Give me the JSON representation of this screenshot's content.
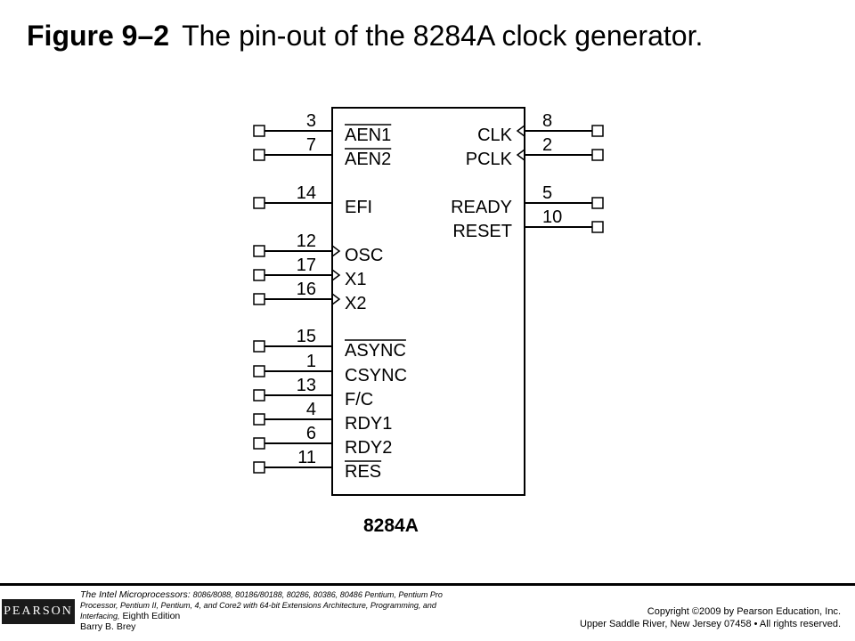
{
  "title": {
    "figure": "Figure 9–2",
    "caption": "The pin-out of the 8284A clock generator."
  },
  "chip": {
    "name": "8284A",
    "left_pins": [
      {
        "num": "3",
        "label": "AEN1",
        "overbar": true,
        "clock": false
      },
      {
        "num": "7",
        "label": "AEN2",
        "overbar": true,
        "clock": false
      },
      {
        "num": "14",
        "label": "EFI",
        "overbar": false,
        "clock": false
      },
      {
        "num": "12",
        "label": "OSC",
        "overbar": false,
        "clock": true
      },
      {
        "num": "17",
        "label": "X1",
        "overbar": false,
        "clock": true
      },
      {
        "num": "16",
        "label": "X2",
        "overbar": false,
        "clock": true
      },
      {
        "num": "15",
        "label": "ASYNC",
        "overbar": true,
        "clock": false
      },
      {
        "num": "1",
        "label": "CSYNC",
        "overbar": false,
        "clock": false
      },
      {
        "num": "13",
        "label": "F/C",
        "overbar": false,
        "clock": false
      },
      {
        "num": "4",
        "label": "RDY1",
        "overbar": false,
        "clock": false
      },
      {
        "num": "6",
        "label": "RDY2",
        "overbar": false,
        "clock": false
      },
      {
        "num": "11",
        "label": "RES",
        "overbar": true,
        "clock": false
      }
    ],
    "right_pins": [
      {
        "num": "8",
        "label": "CLK",
        "overbar": false,
        "clock": true
      },
      {
        "num": "2",
        "label": "PCLK",
        "overbar": false,
        "clock": true
      },
      {
        "num": "5",
        "label": "READY",
        "overbar": false,
        "clock": false
      },
      {
        "num": "10",
        "label": "RESET",
        "overbar": false,
        "clock": false
      }
    ]
  },
  "footer": {
    "publisher": "PEARSON",
    "book_title": "The Intel Microprocessors:",
    "book_subtitle": "8086/8088, 80186/80188, 80286, 80386, 80486 Pentium, Pentium Pro Processor, Pentium II, Pentium, 4, and Core2 with 64-bit Extensions Architecture, Programming, and Interfacing,",
    "edition": "Eighth Edition",
    "author": "Barry B. Brey",
    "copyright_line1": "Copyright ©2009 by Pearson Education, Inc.",
    "copyright_line2": "Upper Saddle River, New Jersey 07458 • All rights reserved."
  }
}
